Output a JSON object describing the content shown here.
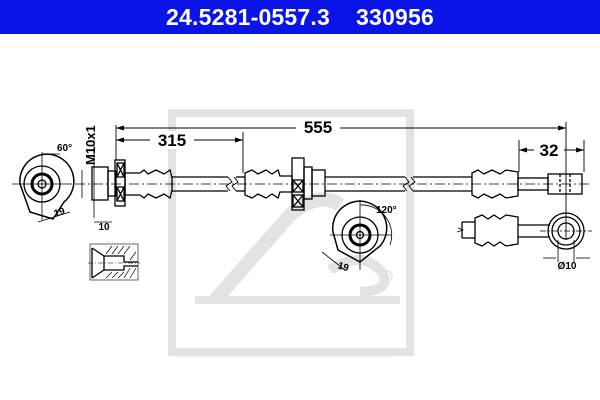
{
  "header": {
    "article_number": "24.5281-0557.3",
    "reference_number": "330956",
    "background_color": "#0a14e6",
    "text_color": "#ffffff"
  },
  "drawing": {
    "title": "Brake hose technical drawing",
    "dimensions": {
      "total_length": "555",
      "bracket_position": "315",
      "end_fitting_length": "32",
      "thread": "M10x1",
      "nut_width": "10",
      "hex_left": "19",
      "angle_left": "60°",
      "hex_center": "19",
      "angle_center": "120°",
      "eye_diameter": "Ø10"
    },
    "watermark": {
      "logo": "Ate",
      "registered_mark": "®",
      "color": "#e2e2e2"
    },
    "line_color": "#000000"
  }
}
